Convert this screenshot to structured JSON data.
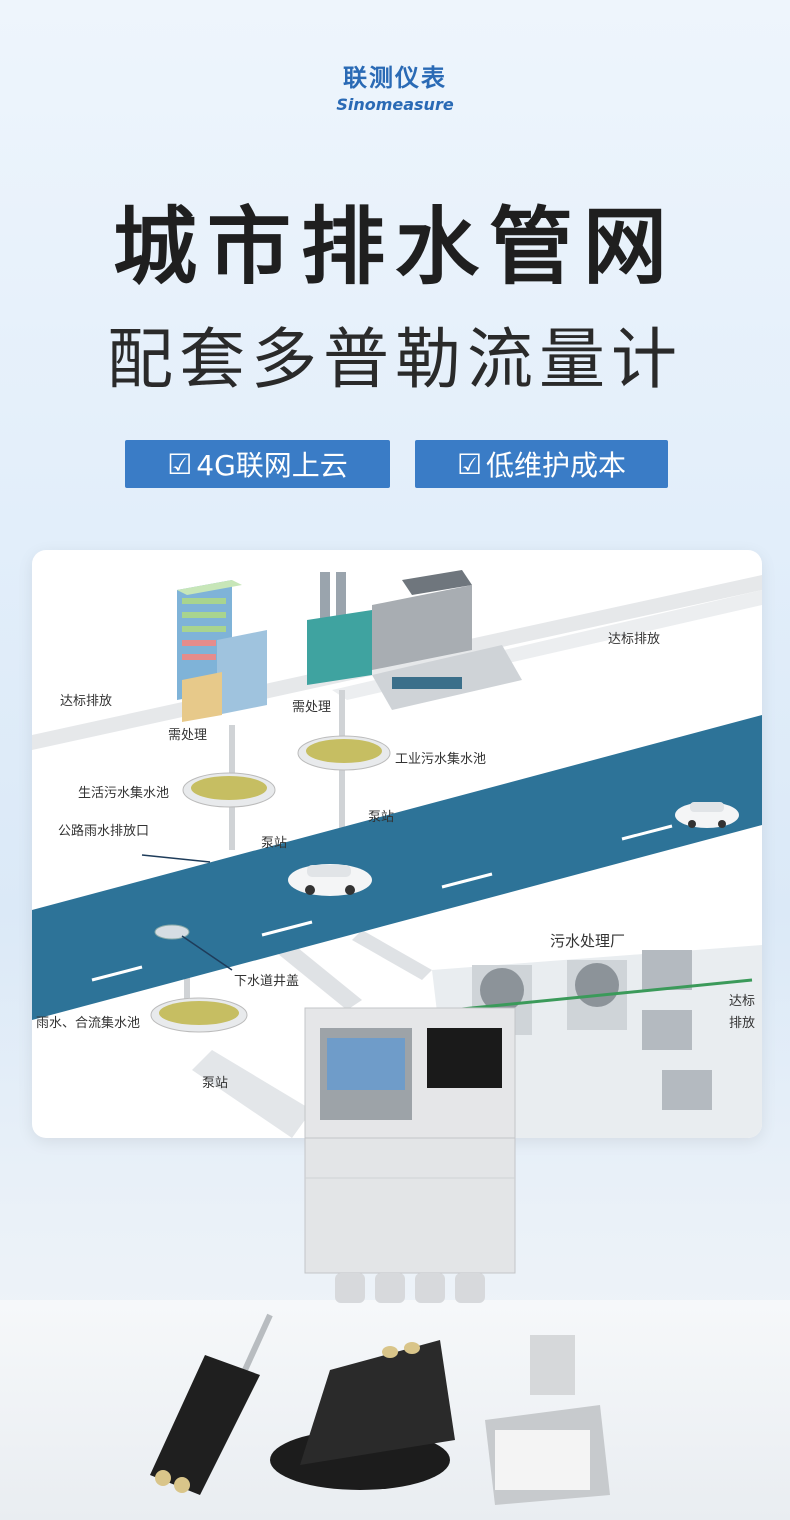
{
  "brand": {
    "cn": "联测仪表",
    "en": "Sinomeasure"
  },
  "headline": "城市排水管网",
  "subline": "配套多普勒流量计",
  "badges": [
    {
      "icon": "checkbox-icon",
      "label": "4G联网上云"
    },
    {
      "icon": "checkbox-icon",
      "label": "低维护成本"
    }
  ],
  "diagram": {
    "labels": {
      "discharge_left": "达标排放",
      "discharge_top": "达标排放",
      "discharge_right_1": "达标",
      "discharge_right_2": "排放",
      "treat_1": "需处理",
      "treat_2": "需处理",
      "domestic_pool": "生活污水集水池",
      "industrial_pool": "工业污水集水池",
      "road_outlet": "公路雨水排放口",
      "pump_1": "泵站",
      "pump_2": "泵站",
      "pump_3": "泵站",
      "manhole": "下水道井盖",
      "rain_pool": "雨水、合流集水池",
      "plant": "污水处理厂"
    }
  },
  "colors": {
    "brand": "#2a6ab5",
    "badge": "#3a7cc6",
    "road": "#2d7398",
    "headline": "#1f1f1f"
  }
}
